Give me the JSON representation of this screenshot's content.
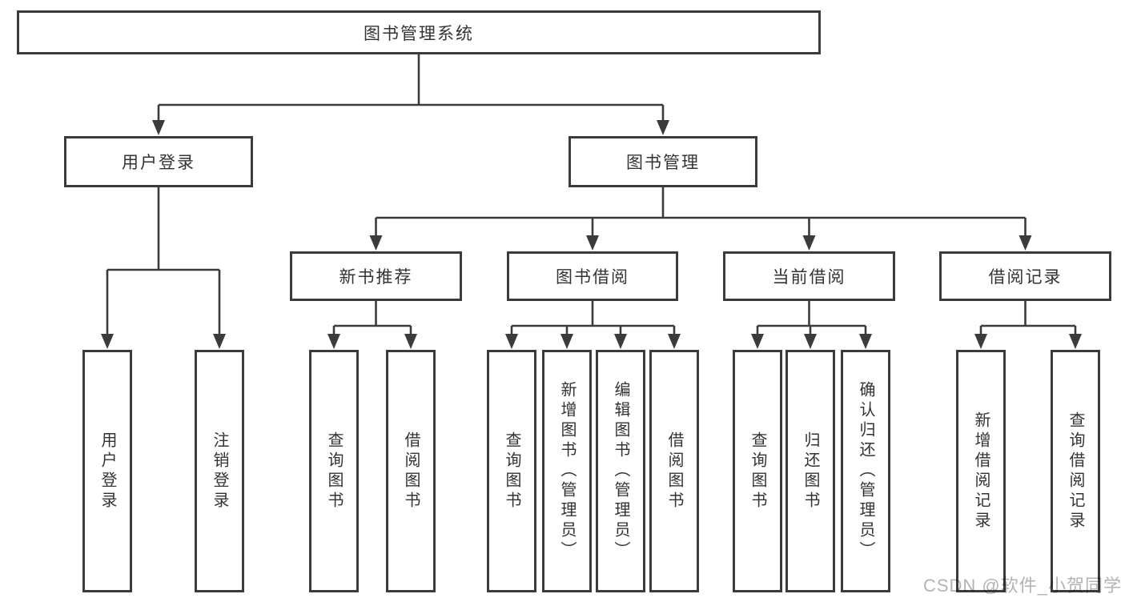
{
  "diagram": {
    "watermark": "CSDN @软件_小贺同学",
    "line_color": "#3b3b3b",
    "text_color": "#333333",
    "watermark_color": "#b3b3b3",
    "nodes": [
      {
        "id": "root",
        "label": "图书管理系统",
        "parent": null,
        "orientation": "horizontal"
      },
      {
        "id": "user-login",
        "label": "用户登录",
        "parent": "root",
        "orientation": "horizontal"
      },
      {
        "id": "book-mgmt",
        "label": "图书管理",
        "parent": "root",
        "orientation": "horizontal"
      },
      {
        "id": "login",
        "label": "用户登录",
        "parent": "user-login",
        "orientation": "vertical"
      },
      {
        "id": "logout",
        "label": "注销登录",
        "parent": "user-login",
        "orientation": "vertical"
      },
      {
        "id": "new-book-rec",
        "label": "新书推荐",
        "parent": "book-mgmt",
        "orientation": "horizontal"
      },
      {
        "id": "book-borrow",
        "label": "图书借阅",
        "parent": "book-mgmt",
        "orientation": "horizontal"
      },
      {
        "id": "current-borrow",
        "label": "当前借阅",
        "parent": "book-mgmt",
        "orientation": "horizontal"
      },
      {
        "id": "borrow-records",
        "label": "借阅记录",
        "parent": "book-mgmt",
        "orientation": "horizontal"
      },
      {
        "id": "rec-query-book",
        "label": "查询图书",
        "parent": "new-book-rec",
        "orientation": "vertical"
      },
      {
        "id": "rec-borrow-book",
        "label": "借阅图书",
        "parent": "new-book-rec",
        "orientation": "vertical"
      },
      {
        "id": "bb-query-book",
        "label": "查询图书",
        "parent": "book-borrow",
        "orientation": "vertical"
      },
      {
        "id": "bb-add-book",
        "label": "新增图书（管理员）",
        "parent": "book-borrow",
        "orientation": "vertical"
      },
      {
        "id": "bb-edit-book",
        "label": "编辑图书（管理员）",
        "parent": "book-borrow",
        "orientation": "vertical"
      },
      {
        "id": "bb-borrow-book",
        "label": "借阅图书",
        "parent": "book-borrow",
        "orientation": "vertical"
      },
      {
        "id": "cb-query-book",
        "label": "查询图书",
        "parent": "current-borrow",
        "orientation": "vertical"
      },
      {
        "id": "cb-return-book",
        "label": "归还图书",
        "parent": "current-borrow",
        "orientation": "vertical"
      },
      {
        "id": "cb-confirm-return",
        "label": "确认归还（管理员）",
        "parent": "current-borrow",
        "orientation": "vertical"
      },
      {
        "id": "br-add-record",
        "label": "新增借阅记录",
        "parent": "borrow-records",
        "orientation": "vertical"
      },
      {
        "id": "br-query-record",
        "label": "查询借阅记录",
        "parent": "borrow-records",
        "orientation": "vertical"
      }
    ]
  }
}
